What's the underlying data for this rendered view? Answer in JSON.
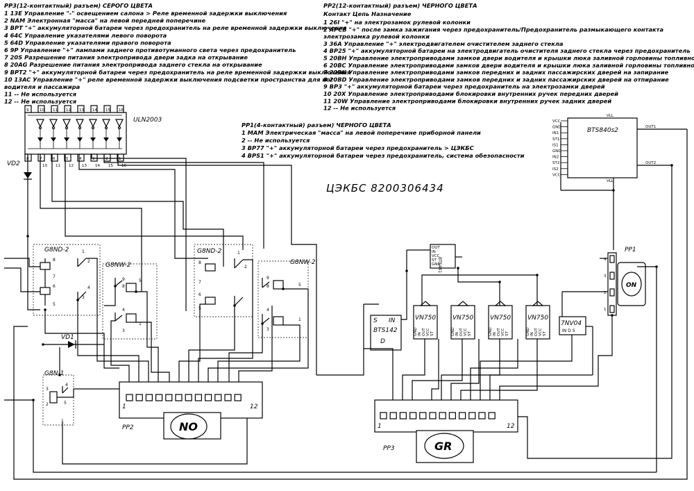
{
  "legend_pp3": {
    "title": "PP3(12-контактный) разъем) СЕРОГО ЦВЕТА",
    "lines": [
      "1 13E  Управление \"-\" освещением салона > Реле временной задержки выключения",
      "2 NAM  Электронная \"масса\" на левой передней поперечине",
      "3 BPT  \"+\" аккумуляторной батареи через предохранитель на реле временной задержки выключения",
      "4 64C  Управление указателями левого поворота",
      "5 64D  Управление указателями правого поворота",
      "6 9P  Управление \"+\" лампами заднего противотуманного света через предохранитель",
      "7 20S  Разрешение питания электропривода двери задка на открывание",
      "8 20AG  Разрешение питания электропривода заднего стекла на открывание",
      "9 BPT2 \"+\" аккумуляторной батареи через предохранитель на реле временной задержки выключения",
      "10 13AC  Управление \"+\" реле временной задержки выключения подсветки пространства для ног",
      "водителя и пассажира",
      "11 --  Не используется",
      "12 --  Не используется"
    ]
  },
  "legend_pp2": {
    "title": "PP2(12-контактный) разъем) ЧЕРНОГО ЦВЕТА",
    "subtitle": "Контакт  Цепь  Назначение",
    "lines": [
      "1 26I  \"+\" на электрозамок рулевой колонки",
      "2 APCB  \"+\" после замка зажигания через предохранитель/Предохранитель размыкающего контакта",
      "электрозамка рулевой колонки",
      "3 36A  Управление \"+\" электродвигателем очистителем заднего стекла",
      "4 BP25  \"+\" аккумуляторной батареи на электродвигатель очистителя заднего стекла через предохранитель",
      "5 20BH  Управление электроприводами замков двери водителя и крышки люка заливной горловины топливного бака на запирание",
      "6 20BC  Управление электроприводами замков двери водителя и крышки люка заливной горловины топливного бака на отпирание",
      "7 20BK  Управление электроприводами замков передних и задних пассажирских дверей на запирание",
      "8 20BD  Управление электроприводами замков передних и задних пассажирских дверей на отпирание",
      "9 BP3  \"+\" аккумуляторной батареи через предохранитель на электрозамки дверей",
      "10 20X  Управление электроприводами блокировки внутренних ручек передних дверей",
      "11 20W  Управление электроприводами блокировки внутренних ручек задних дверей",
      "12 --  Не используется"
    ]
  },
  "legend_pp1": {
    "title": "PP1(4-контактный) разъем) ЧЕРНОГО ЦВЕТА",
    "lines": [
      "1 MAM  Электрическая \"масса\" на левой поперечине приборной панели",
      "2 --  Не используется",
      "3 BP77  \"+\" аккумуляторной батареи через предохранитель > ЦЭКБС",
      "4 BPS1  \"+\" аккумуляторной батареи через предохранитель, система обезопасности"
    ]
  },
  "unit_code": "ЦЭКБС 8200306434",
  "components": {
    "uln": "ULN2003",
    "bts_top": "BTS840s2",
    "bts_top_pins_left": [
      "VCC",
      "GND",
      "IN1",
      "ST1",
      "IS1",
      "GND",
      "IN2",
      "ST2",
      "IS2",
      "VCC"
    ],
    "bts_top_pins_right": [
      "VLL",
      "OUT1",
      "OUT2",
      "VLL"
    ],
    "bts_small": "BTS441",
    "bts_small_pins": [
      "OUT",
      "IN",
      "VCC",
      "ST",
      "GND"
    ],
    "bts142": "BTS142",
    "bts142_pins": [
      "S",
      "IN",
      "D"
    ],
    "vn750": "VN750",
    "vn750_pins": [
      "GND",
      "IN",
      "OUT",
      "VCC",
      "ST"
    ],
    "vnd": "7NV04",
    "vnd_pins": "IN D S",
    "vd2": "VD2",
    "vd1": "VD1",
    "relay_g8nd_a": "G8ND-2",
    "relay_g8nw_a": "G8NW-2",
    "relay_g8nd_b": "G8ND-2",
    "relay_g8nw_b": "G8NW-2",
    "relay_g8n1": "G8N-1",
    "uln_pins": [
      "9",
      "10",
      "11",
      "12",
      "13",
      "14",
      "15",
      "16"
    ],
    "uln_pins_bottom": [
      "8",
      "7",
      "6",
      "5",
      "4",
      "3",
      "2",
      "1"
    ],
    "uln_net_labels": [
      "10",
      "11",
      "12",
      "13",
      "14",
      "15",
      "16"
    ],
    "relay_pins_nd": [
      "8",
      "1",
      "7",
      "2",
      "6",
      "4",
      "5",
      "3"
    ],
    "relay_pins_nw": [
      "9",
      "8",
      "5",
      "4",
      "3",
      "1",
      "2"
    ],
    "relay_pins_n1": [
      "3",
      "4",
      "5",
      "2",
      "1"
    ]
  },
  "connectors": {
    "pp1": {
      "label": "PP1",
      "badge": "ON",
      "pins": [
        "4",
        "3",
        "2",
        "1"
      ]
    },
    "pp2": {
      "label": "PP2",
      "badge": "NO",
      "first": "1",
      "last": "12"
    },
    "pp3": {
      "label": "PP3",
      "badge": "GR",
      "first": "1",
      "last": "12"
    }
  }
}
